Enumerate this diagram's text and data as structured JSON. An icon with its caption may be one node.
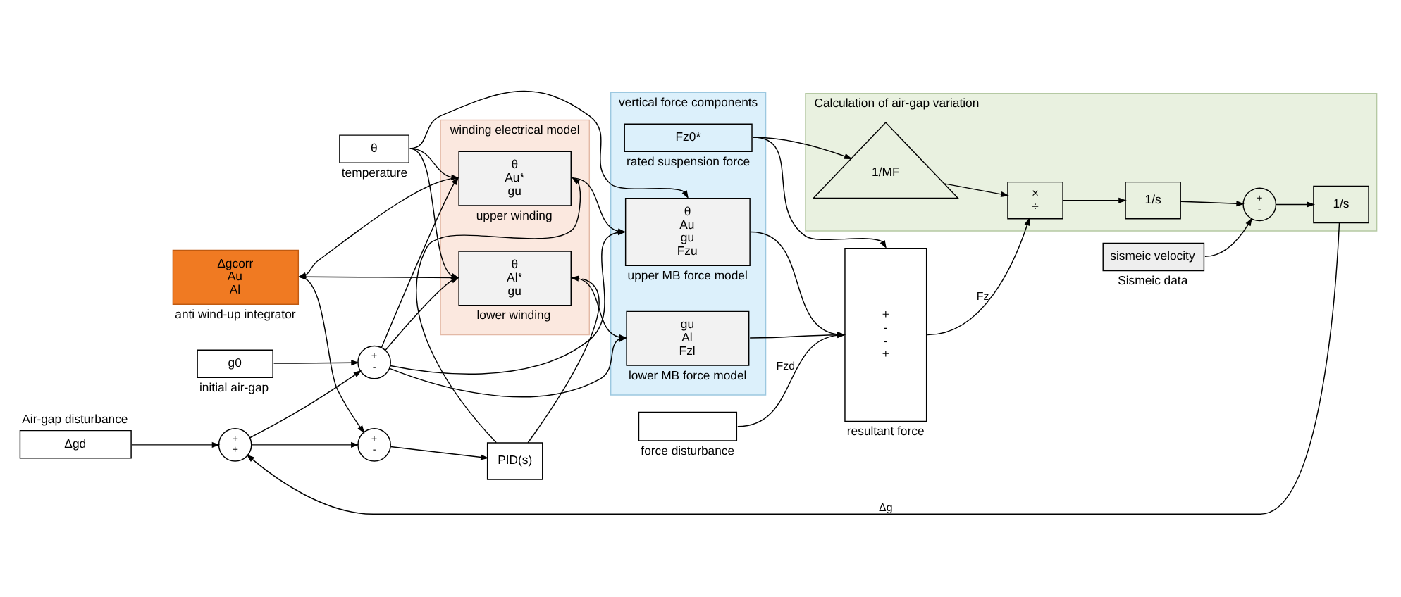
{
  "diagram": {
    "nodes": [
      {
        "text": [
          "θ"
        ],
        "beside": [
          "temperature"
        ]
      },
      {
        "text": [
          "winding electrical model"
        ]
      },
      {
        "text": [
          "θ",
          "Au*",
          "gu"
        ],
        "beside": [
          "upper winding"
        ],
        "in": 1
      },
      {
        "text": [
          "θ",
          "Al*",
          "gu"
        ],
        "beside": [
          "lower winding"
        ],
        "in": 1
      },
      {
        "text": [
          "Δgcorr",
          "Au",
          "Al"
        ],
        "beside": [
          "anti wind-up integrator"
        ]
      },
      {
        "text": [
          "+",
          "-"
        ]
      },
      {
        "text": [
          "PID(s)"
        ]
      },
      {
        "text": [
          "g0"
        ],
        "beside": [
          "initial air-gap"
        ]
      },
      {
        "text": [
          "+",
          "-"
        ]
      },
      {
        "text": [
          "vertical force components"
        ]
      },
      {
        "text": [
          "θ",
          "Au",
          "gu",
          "Fzu"
        ],
        "beside": [
          "upper MB force model"
        ],
        "in": 9
      },
      {
        "text": [
          "gu",
          "Al",
          "Fzl"
        ],
        "beside": [
          "lower MB force model"
        ],
        "in": 9
      },
      {
        "text": [
          "Fz0*"
        ],
        "beside": [
          "rated suspension force"
        ],
        "in": 9
      },
      {
        "text": [
          "+",
          "-",
          "-",
          "+"
        ],
        "beside": [
          "resultant force"
        ]
      },
      {
        "text": [],
        "shape": "box",
        "beside": [
          "force disturbance"
        ]
      },
      {
        "text": [
          "Calculation of air-gap variation"
        ]
      },
      {
        "text": [
          "×",
          "÷"
        ],
        "in": 15
      },
      {
        "text": [
          "1/s"
        ],
        "in": 15
      },
      {
        "text": [
          "+",
          "-"
        ],
        "in": 15
      },
      {
        "text": [
          "1/s"
        ],
        "in": 15
      },
      {
        "text": [
          "1/MF"
        ],
        "in": 15
      },
      {
        "text": [
          "sismeic velocity"
        ],
        "beside": [
          "Sismeic data"
        ]
      },
      {
        "text": [
          "Δgd"
        ],
        "beside": [
          "Air-gap disturbance"
        ]
      },
      {
        "text": [
          "+",
          "+"
        ]
      }
    ],
    "edges": [
      {
        "from": 0,
        "to": 2,
        "arrow": "to"
      },
      {
        "from": 0,
        "to": 3,
        "arrow": "to"
      },
      {
        "from": 0,
        "to": 10,
        "arrow": "to"
      },
      {
        "from": 2,
        "to": 4,
        "arrow": "to"
      },
      {
        "from": 2,
        "to": 10,
        "arrow": "to"
      },
      {
        "from": 3,
        "to": 4,
        "arrow": "to"
      },
      {
        "from": 3,
        "to": 11,
        "arrow": "to"
      },
      {
        "from": 4,
        "to": 5,
        "arrow": "to"
      },
      {
        "from": 5,
        "to": 6,
        "arrow": "to"
      },
      {
        "from": 6,
        "to": 2,
        "arrow": "to"
      },
      {
        "from": 6,
        "to": 3,
        "arrow": "to"
      },
      {
        "from": 7,
        "to": 8,
        "arrow": "to"
      },
      {
        "from": 8,
        "to": 2,
        "arrow": "to"
      },
      {
        "from": 8,
        "to": 3,
        "arrow": "to"
      },
      {
        "from": 8,
        "to": 10,
        "arrow": "to"
      },
      {
        "from": 8,
        "to": 11,
        "arrow": "to"
      },
      {
        "from": 10,
        "to": 13,
        "arrow": "to"
      },
      {
        "from": 11,
        "to": 13,
        "arrow": "to"
      },
      {
        "from": 12,
        "to": 13,
        "arrow": "to"
      },
      {
        "from": 14,
        "to": 13,
        "label": "Fzd",
        "arrow": "to"
      },
      {
        "from": 13,
        "to": 16,
        "label": "Fz",
        "arrow": "to"
      },
      {
        "from": 12,
        "to": 20,
        "arrow": "to"
      },
      {
        "from": 20,
        "to": 16,
        "arrow": "to"
      },
      {
        "from": 16,
        "to": 17,
        "arrow": "to"
      },
      {
        "from": 17,
        "to": 18,
        "arrow": "to"
      },
      {
        "from": 21,
        "to": 18,
        "arrow": "to"
      },
      {
        "from": 18,
        "to": 19,
        "arrow": "to"
      },
      {
        "from": 19,
        "to": 23,
        "label": "Δg",
        "arrow": "to"
      },
      {
        "from": 22,
        "to": 23,
        "arrow": "to"
      },
      {
        "from": 23,
        "to": 8,
        "arrow": "to"
      },
      {
        "from": 23,
        "to": 5,
        "arrow": "to"
      }
    ]
  }
}
